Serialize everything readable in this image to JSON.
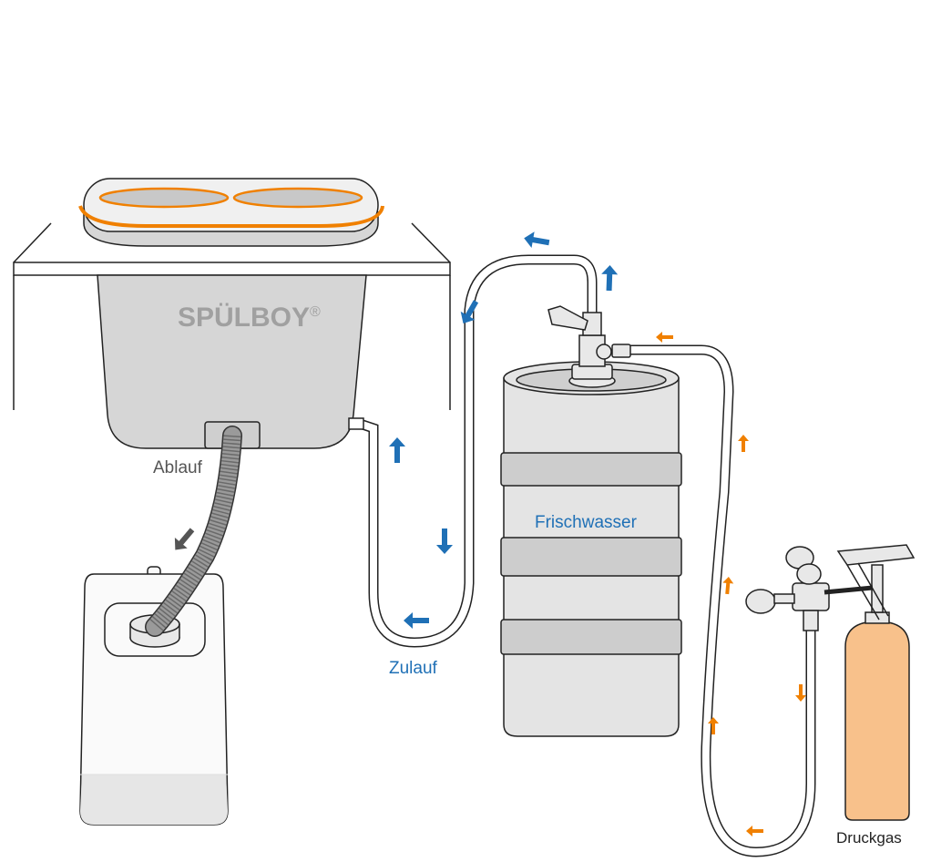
{
  "brand": {
    "name": "SPÜLBOY",
    "mark": "®"
  },
  "labels": {
    "drain": "Ablauf",
    "inlet": "Zulauf",
    "fresh_water": "Frischwasser",
    "pressure_gas": "Druckgas"
  },
  "colors": {
    "water_arrow": "#1f70b6",
    "gas_arrow": "#f08000",
    "drain_arrow": "#555555",
    "seal": "#f08000",
    "gas_cylinder": "#f8c18b",
    "keg": "#e4e4e4",
    "keg_band": "#cdcdcd",
    "basin": "#d6d6d6"
  }
}
